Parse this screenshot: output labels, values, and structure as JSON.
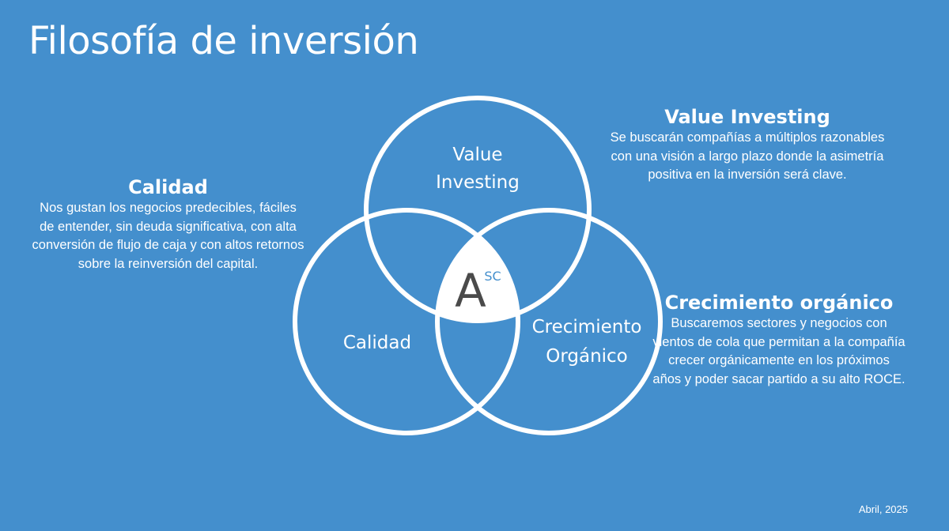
{
  "title": "Filosofía de inversión",
  "sections": {
    "calidad": {
      "heading": "Calidad",
      "body": "Nos gustan los negocios predecibles, fáciles de entender, sin deuda significativa, con alta conversión de flujo de caja y con altos retornos sobre la reinversión del capital."
    },
    "value": {
      "heading": "Value Investing",
      "body": "Se buscarán compañías a múltiplos razonables con una visión a largo plazo donde la asimetría positiva en la inversión será clave."
    },
    "crecimiento": {
      "heading": "Crecimiento orgánico",
      "body": "Buscaremos sectores y negocios con vientos de cola que permitan a la compañía crecer orgánicamente en los próximos años y poder sacar partido a su alto ROCE."
    }
  },
  "venn": {
    "top_label_line1": "Value",
    "top_label_line2": "Investing",
    "left_label": "Calidad",
    "right_label_line1": "Crecimiento",
    "right_label_line2": "Orgánico",
    "center_logo_letter": "A",
    "center_logo_superscript": "SC"
  },
  "colors": {
    "background": "#448fcd",
    "circle_stroke": "#ffffff",
    "center_fill": "#ffffff",
    "logo_letter": "#4a4a4a",
    "logo_superscript": "#448fcd"
  },
  "footer": {
    "date": "Abril, 2025"
  }
}
